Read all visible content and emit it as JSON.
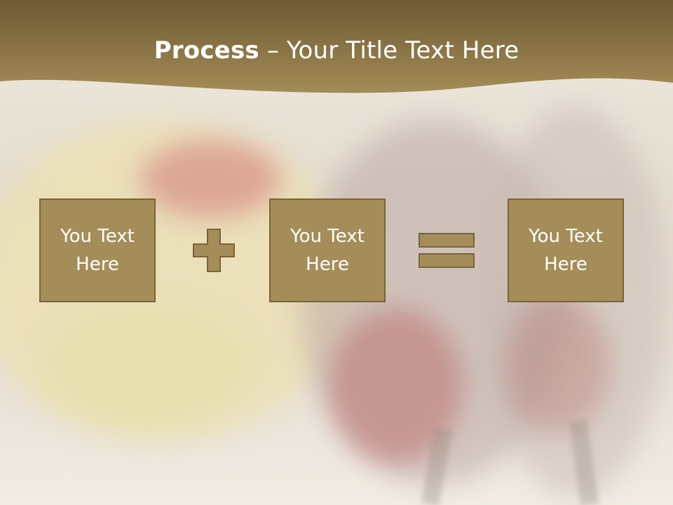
{
  "title": {
    "bold": "Process",
    "rest": " – Your Title Text Here"
  },
  "process": {
    "box1": "You Text Here",
    "box2": "You Text Here",
    "box3": "You Text Here"
  },
  "operators": [
    "plus-icon",
    "equals-icon"
  ],
  "colors": {
    "banner": "#8f7845",
    "box_fill": "#a58d5a",
    "box_border": "#7a6336",
    "text": "#ffffff"
  }
}
